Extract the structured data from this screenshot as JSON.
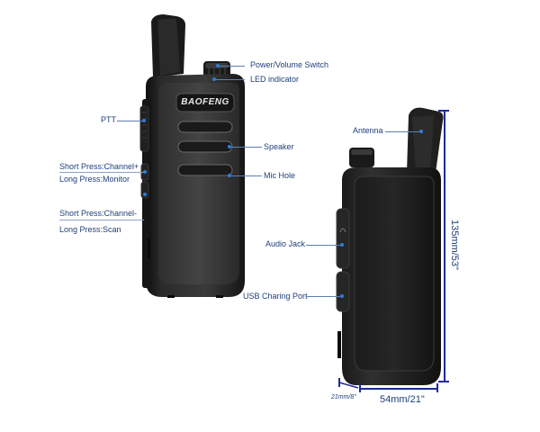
{
  "brand": "BAOFENG",
  "front_view": {
    "callouts": {
      "power_volume": "Power/Volume Switch",
      "led": "LED indicator",
      "ptt": "PTT",
      "speaker": "Speaker",
      "mic": "Mic Hole",
      "ch_plus_short": "Short Press:Channel+",
      "ch_plus_long": "Long Press:Monitor",
      "ch_minus_short": "Short Press:Channel-",
      "ch_minus_long": "Long Press:Scan"
    }
  },
  "side_view": {
    "callouts": {
      "antenna": "Antenna",
      "audio_jack": "Audio Jack",
      "usb_port": "USB Charing Port"
    }
  },
  "dimensions": {
    "height": "135mm/53\"",
    "width": "54mm/21\"",
    "depth": "21mm/8\""
  },
  "colors": {
    "label_text": "#1f3f7a",
    "leader_line": "#5d7fb5",
    "dimension_line": "#1c2a9a",
    "radio_body": "#1e1e1e"
  }
}
